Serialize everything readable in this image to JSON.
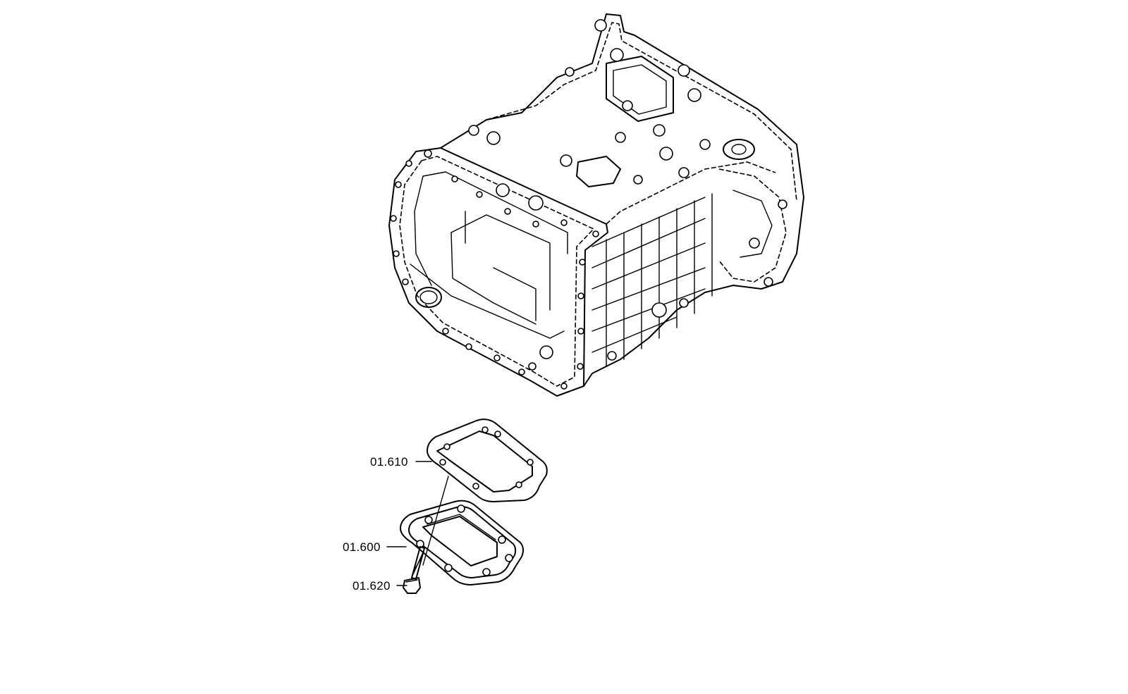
{
  "labels": {
    "gasket": "01.610",
    "cover": "01.600",
    "screw": "01.620"
  },
  "colors": {
    "line": "#000000",
    "background": "#ffffff"
  }
}
